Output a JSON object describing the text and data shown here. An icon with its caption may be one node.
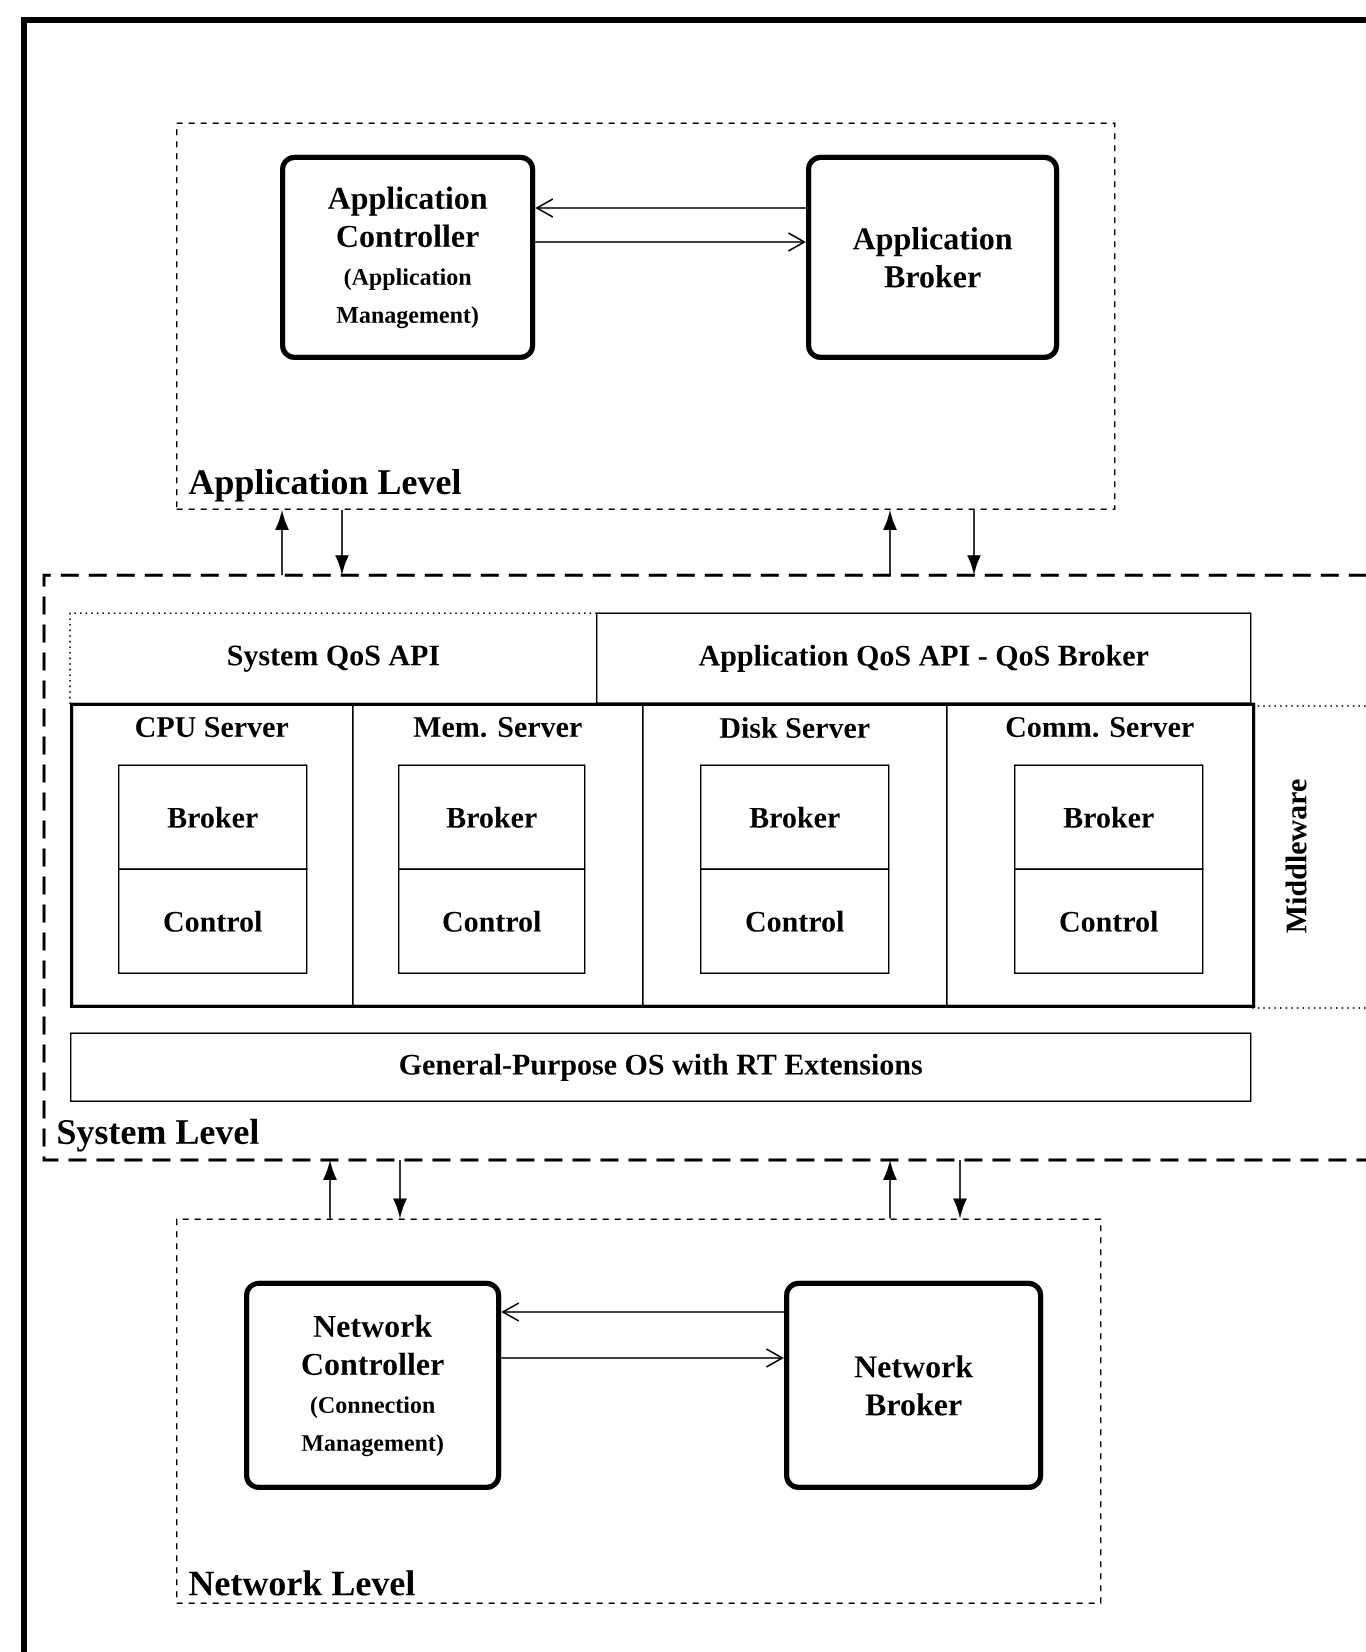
{
  "diagram": {
    "nodes": [
      {
        "text": [
          "Application Level"
        ]
      },
      {
        "text": [
          "Application Controller",
          "(Application Management)"
        ],
        "in": 0
      },
      {
        "text": [
          "Application Broker"
        ],
        "in": 0
      },
      {
        "text": [
          "System Level"
        ]
      },
      {
        "text": [
          "System QoS API"
        ],
        "in": 3
      },
      {
        "text": [
          "Application QoS API - QoS Broker"
        ],
        "in": 3
      },
      {
        "text": [],
        "shape": "box",
        "in": 3
      },
      {
        "text": [
          "CPU Server"
        ],
        "in": 6
      },
      {
        "text": [
          "Broker"
        ],
        "in": 7
      },
      {
        "text": [
          "Control"
        ],
        "in": 7
      },
      {
        "text": [
          "Mem. Server"
        ],
        "in": 6
      },
      {
        "text": [
          "Broker"
        ],
        "in": 10
      },
      {
        "text": [
          "Control"
        ],
        "in": 10
      },
      {
        "text": [
          "Disk Server"
        ],
        "in": 6
      },
      {
        "text": [
          "Broker"
        ],
        "in": 13
      },
      {
        "text": [
          "Control"
        ],
        "in": 13
      },
      {
        "text": [
          "Comm. Server"
        ],
        "in": 6
      },
      {
        "text": [
          "Broker"
        ],
        "in": 16
      },
      {
        "text": [
          "Control"
        ],
        "in": 16
      },
      {
        "text": [
          "General-Purpose OS with RT Extensions"
        ],
        "in": 3
      },
      {
        "text": [
          "Network Level"
        ]
      },
      {
        "text": [
          "Network Controller",
          "(Connection Management)"
        ],
        "in": 20
      },
      {
        "text": [
          "Network Broker"
        ],
        "in": 20
      }
    ],
    "edges": [
      {
        "from": 2,
        "to": 1,
        "arrow": "to"
      },
      {
        "from": 1,
        "to": 2,
        "arrow": "to"
      },
      {
        "from": 3,
        "to": 0,
        "arrow": "to"
      },
      {
        "from": 0,
        "to": 3,
        "arrow": "to"
      },
      {
        "from": 3,
        "to": 0,
        "arrow": "to"
      },
      {
        "from": 0,
        "to": 3,
        "arrow": "to"
      },
      {
        "from": 20,
        "to": 3,
        "arrow": "to"
      },
      {
        "from": 3,
        "to": 20,
        "arrow": "to"
      },
      {
        "from": 20,
        "to": 3,
        "arrow": "to"
      },
      {
        "from": 3,
        "to": 20,
        "arrow": "to"
      },
      {
        "from": 22,
        "to": 21,
        "arrow": "to"
      },
      {
        "from": 21,
        "to": 22,
        "arrow": "to"
      }
    ],
    "labels": [
      "Middleware"
    ]
  }
}
